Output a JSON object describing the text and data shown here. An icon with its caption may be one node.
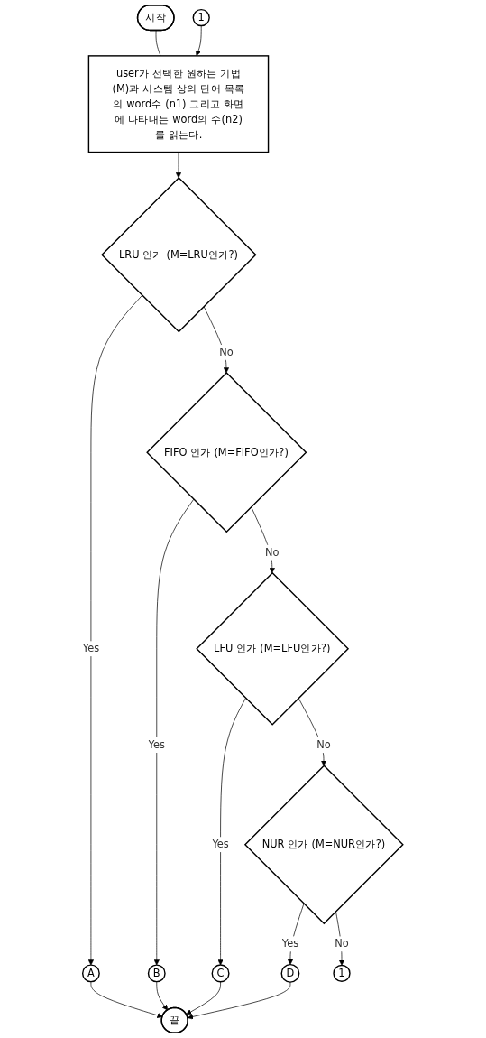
{
  "diagram": {
    "nodes": [
      {
        "text": [
          "시작"
        ]
      },
      {
        "text": [
          "1"
        ]
      },
      {
        "text": [
          "user가 선택한 원하는 기법(M)과 시스템 상의 단어 목록의 word수 (n1) 그리고 화면에 나타내는 word의 수(n2)를 읽는다."
        ]
      },
      {
        "text": [
          "LRU 인가 (M=LRU인가?)"
        ]
      },
      {
        "text": [
          "A"
        ]
      },
      {
        "text": [
          "FIFO 인가 (M=FIFO인가?)"
        ]
      },
      {
        "text": [
          "B"
        ]
      },
      {
        "text": [
          "LFU 인가 (M=LFU인가?)"
        ]
      },
      {
        "text": [
          "C"
        ]
      },
      {
        "text": [
          "NUR 인가 (M=NUR인가?)"
        ]
      },
      {
        "text": [
          "D"
        ]
      },
      {
        "text": [
          "1"
        ]
      },
      {
        "text": [
          "끝"
        ]
      }
    ],
    "edges": [
      {
        "from": 0,
        "to": 2,
        "arrow": "none"
      },
      {
        "from": 1,
        "to": 2,
        "arrow": "to"
      },
      {
        "from": 2,
        "to": 3,
        "arrow": "to"
      },
      {
        "from": 3,
        "to": 4,
        "arrow": "to",
        "label": "Yes"
      },
      {
        "from": 3,
        "to": 5,
        "arrow": "to",
        "label": "No"
      },
      {
        "from": 5,
        "to": 6,
        "arrow": "to",
        "label": "Yes"
      },
      {
        "from": 5,
        "to": 7,
        "arrow": "to",
        "label": "No"
      },
      {
        "from": 7,
        "to": 8,
        "arrow": "to",
        "label": "Yes"
      },
      {
        "from": 7,
        "to": 9,
        "arrow": "to",
        "label": "No"
      },
      {
        "from": 9,
        "to": 10,
        "arrow": "to",
        "label": "Yes"
      },
      {
        "from": 9,
        "to": 11,
        "arrow": "to",
        "label": "No"
      },
      {
        "from": 10,
        "to": 12,
        "arrow": "to"
      },
      {
        "from": 8,
        "to": 12,
        "arrow": "to"
      },
      {
        "from": 6,
        "to": 12,
        "arrow": "to"
      },
      {
        "from": 4,
        "to": 12,
        "arrow": "to"
      }
    ]
  }
}
